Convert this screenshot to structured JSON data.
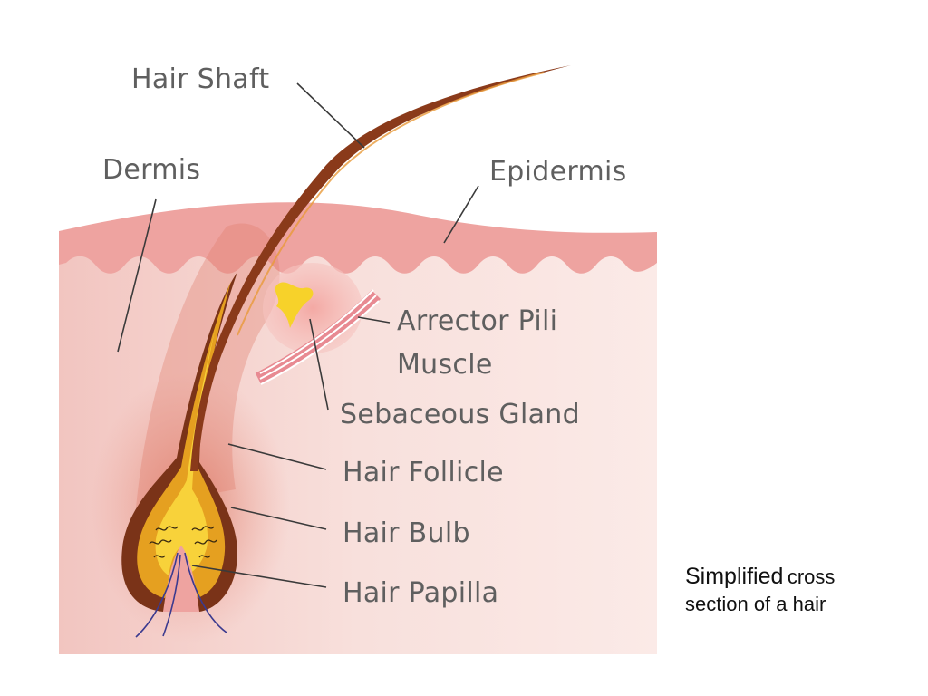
{
  "labels": {
    "hair_shaft": "Hair Shaft",
    "dermis": "Dermis",
    "epidermis": "Epidermis",
    "arrector_line1": "Arrector Pili",
    "arrector_line2": "Muscle",
    "sebaceous_gland": "Sebaceous Gland",
    "hair_follicle": "Hair Follicle",
    "hair_bulb": "Hair Bulb",
    "hair_papilla": "Hair Papilla"
  },
  "caption": {
    "emph": "Simplified",
    "rest1": "cross",
    "rest2": "section of a hair"
  },
  "colors": {
    "skin_light": "#f7dcd7",
    "epidermis": "#eea3a0",
    "hair": "#8a3a1a",
    "hair_core": "#f2a62b",
    "follicle_glow": "#e6b020",
    "leader_line": "#3a3a3a",
    "label_text": "#5f5f5f"
  }
}
